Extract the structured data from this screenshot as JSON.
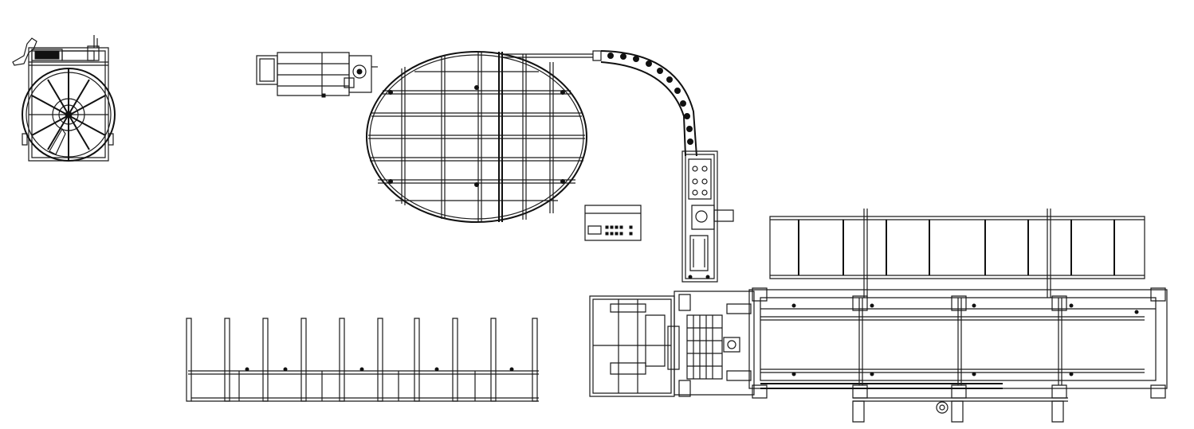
{
  "drawing": {
    "kind": "top-view machine layout line drawing",
    "units": [
      {
        "name": "coil-reel-stand",
        "type": "decoiler"
      },
      {
        "name": "motor-drive",
        "type": "motor"
      },
      {
        "name": "rotating-table",
        "type": "turntable"
      },
      {
        "name": "cable-chain",
        "type": "drag chain"
      },
      {
        "name": "vertical-guide-unit",
        "type": "guide"
      },
      {
        "name": "control-panel",
        "type": "electrical cabinet"
      },
      {
        "name": "upper-storage-rack",
        "type": "rack"
      },
      {
        "name": "lower-storage-rack",
        "type": "rack"
      },
      {
        "name": "processing-head",
        "type": "machine head"
      },
      {
        "name": "main-conveyor-frame",
        "type": "conveyor"
      }
    ],
    "line_color": "#1a1a1a",
    "background_color": "#ffffff"
  }
}
